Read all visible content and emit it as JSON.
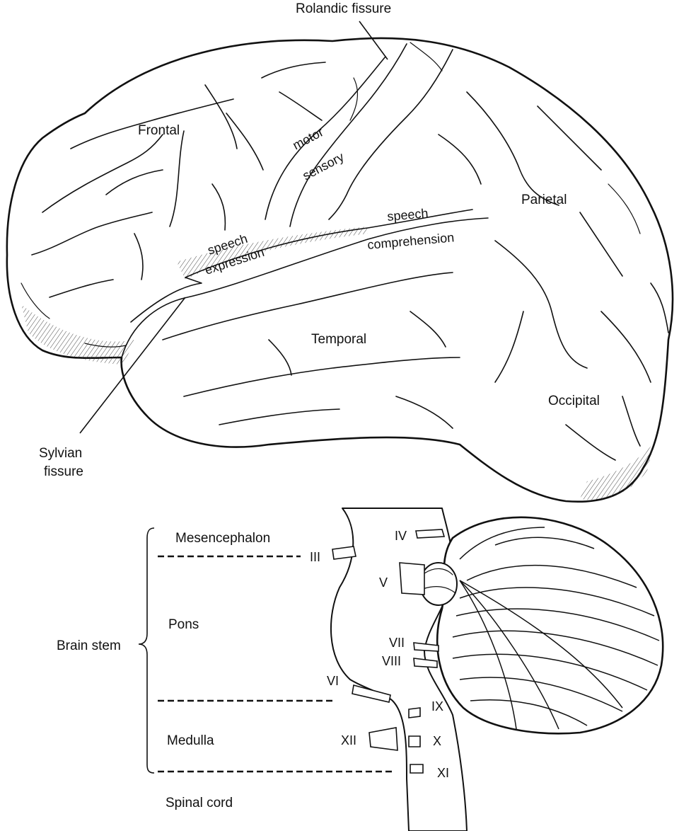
{
  "brain_lateral_view": {
    "fissures": {
      "rolandic": "Rolandic fissure",
      "sylvian_line1": "Sylvian",
      "sylvian_line2": "fissure"
    },
    "lobes": {
      "frontal": "Frontal",
      "parietal": "Parietal",
      "temporal": "Temporal",
      "occipital": "Occipital"
    },
    "areas": {
      "motor": "motor",
      "sensory": "sensory",
      "speech_expression_line1": "speech",
      "speech_expression_line2": "expression",
      "speech_comprehension_line1": "speech",
      "speech_comprehension_line2": "comprehension"
    }
  },
  "brain_stem_view": {
    "group_label": "Brain stem",
    "regions": {
      "mesencephalon": "Mesencephalon",
      "pons": "Pons",
      "medulla": "Medulla",
      "spinal_cord": "Spinal cord"
    },
    "cranial_nerves": {
      "III": "III",
      "IV": "IV",
      "V": "V",
      "VI": "VI",
      "VII": "VII",
      "VIII": "VIII",
      "IX": "IX",
      "X": "X",
      "XI": "XI",
      "XII": "XII"
    }
  }
}
